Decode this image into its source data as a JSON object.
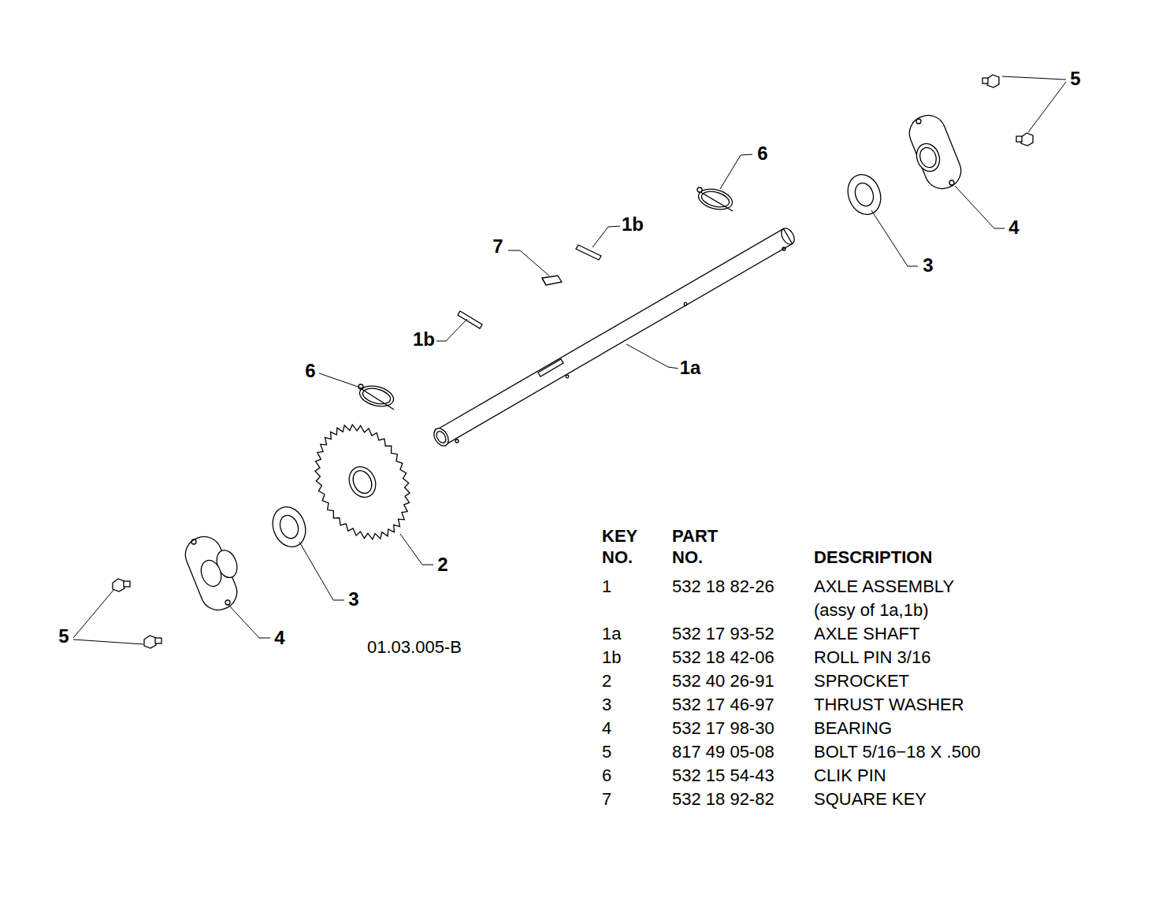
{
  "diagram": {
    "labels": [
      "5",
      "6",
      "1b",
      "7",
      "4",
      "3",
      "1b",
      "1a",
      "6",
      "2",
      "3",
      "5",
      "4",
      "01.03.005-B",
      "KEY NO.",
      "PART NO.",
      "DESCRIPTION",
      "1",
      "532 18 82-26",
      "AXLE ASSEMBLY (assy of 1a,1b)",
      "1a",
      "532 17 93-52",
      "AXLE SHAFT",
      "1b",
      "532 18 42-06",
      "ROLL PIN 3/16",
      "2",
      "532 40 26-91",
      "SPROCKET",
      "3",
      "532 17 46-97",
      "THRUST WASHER",
      "4",
      "532 17 98-30",
      "BEARING",
      "5",
      "817 49 05-08",
      "BOLT 5/16−18 X .500",
      "6",
      "532 15 54-43",
      "CLIK PIN",
      "7",
      "532 18 92-82",
      "SQUARE KEY"
    ]
  }
}
